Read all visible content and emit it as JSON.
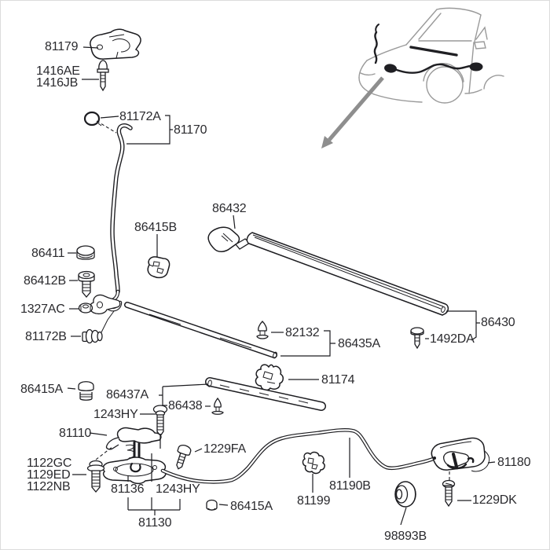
{
  "diagram_title": "hood-latch-and-weatherstrip-parts-diagram",
  "colors": {
    "line": "#1c1c20",
    "label_text": "#2a2a2e",
    "car_outline": "#9a9a9a",
    "pointer_arrow": "#8e8e8e",
    "background": "#ffffff",
    "border": "#dcdcdc"
  },
  "labels": {
    "n81179": "81179",
    "n1416ae": "1416AE",
    "n1416jb": "1416JB",
    "n81172a": "81172A",
    "n81170": "81170",
    "n86432": "86432",
    "n86415b": "86415B",
    "n86411": "86411",
    "n86412b": "86412B",
    "n1327ac": "1327AC",
    "n81172b": "81172B",
    "n82132": "82132",
    "n86435a": "86435A",
    "n1492da": "1492DA",
    "n86430": "86430",
    "n81174": "81174",
    "n86415a_left": "86415A",
    "n86437a": "86437A",
    "n86438": "86438",
    "n1243hy_top": "1243HY",
    "n81110": "81110",
    "n1122gc": "1122GC",
    "n1129ed": "1129ED",
    "n1122nb": "1122NB",
    "n81136": "81136",
    "n1243hy_bottom": "1243HY",
    "n81130": "81130",
    "n1229fa": "1229FA",
    "n86415a_bottom": "86415A",
    "n81199": "81199",
    "n81190b": "81190B",
    "n81180": "81180",
    "n1229dk": "1229DK",
    "n98893b": "98893B"
  }
}
